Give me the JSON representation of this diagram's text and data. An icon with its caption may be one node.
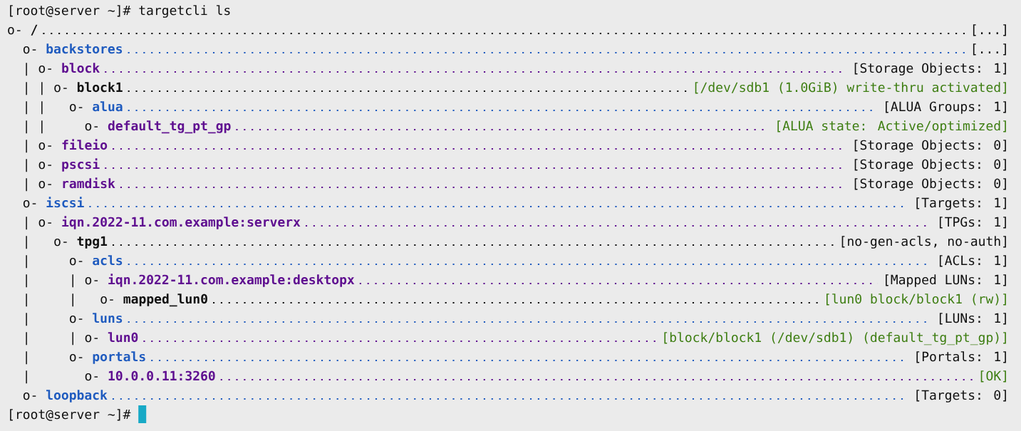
{
  "diagram": {
    "nodes": [
      {
        "text": [
          "/"
        ]
      },
      {
        "text": [
          "[...]"
        ]
      },
      {
        "text": [
          "backstores"
        ]
      },
      {
        "text": [
          "[...]"
        ]
      },
      {
        "text": [
          "block"
        ]
      },
      {
        "text": [
          "[Storage Objects: 1]"
        ]
      },
      {
        "text": [
          "block1"
        ]
      },
      {
        "text": [
          "[/dev/sdb1 (1.0GiB) write-thru activated]"
        ]
      },
      {
        "text": [
          "alua"
        ]
      },
      {
        "text": [
          "[ALUA Groups: 1]"
        ]
      },
      {
        "text": [
          "default_tg_pt_gp"
        ]
      },
      {
        "text": [
          "[ALUA state: Active/optimized]"
        ]
      },
      {
        "text": [
          "fileio"
        ]
      },
      {
        "text": [
          "[Storage Objects: 0]"
        ]
      },
      {
        "text": [
          "pscsi"
        ]
      },
      {
        "text": [
          "[Storage Objects: 0]"
        ]
      },
      {
        "text": [
          "ramdisk"
        ]
      },
      {
        "text": [
          "[Storage Objects: 0]"
        ]
      },
      {
        "text": [
          "iscsi"
        ]
      },
      {
        "text": [
          "[Targets: 1]"
        ]
      },
      {
        "text": [
          "iqn.2022-11.com.example:serverx"
        ]
      },
      {
        "text": [
          "[TPGs: 1]"
        ]
      },
      {
        "text": [
          "tpg1"
        ]
      },
      {
        "text": [
          "[no-gen-acls, no-auth]"
        ]
      },
      {
        "text": [
          "acls"
        ]
      },
      {
        "text": [
          "[ACLs: 1]"
        ]
      },
      {
        "text": [
          "iqn.2022-11.com.example:desktopx"
        ]
      },
      {
        "text": [
          "[Mapped LUNs: 1]"
        ]
      },
      {
        "text": [
          "mapped_lun0"
        ]
      },
      {
        "text": [
          "[lun0 block/block1 (rw)]"
        ]
      },
      {
        "text": [
          "luns"
        ]
      },
      {
        "text": [
          "[LUNs: 1]"
        ]
      },
      {
        "text": [
          "lun0"
        ]
      },
      {
        "text": [
          "[block/block1 (/dev/sdb1) (default_tg_pt_gp)]"
        ]
      },
      {
        "text": [
          "portals"
        ]
      },
      {
        "text": [
          "[Portals: 1]"
        ]
      },
      {
        "text": [
          "10.0.0.11:3260"
        ]
      },
      {
        "text": [
          "[OK]"
        ]
      },
      {
        "text": [
          "loopback"
        ]
      },
      {
        "text": [
          "[Targets: 0]"
        ]
      }
    ],
    "edges": [
      {
        "from": 0,
        "to": 1,
        "arrow": "none",
        "style": "dashed",
        "color": "#111111"
      },
      {
        "from": 2,
        "to": 3,
        "arrow": "none",
        "style": "dashed",
        "color": "#1f5bbf"
      },
      {
        "from": 4,
        "to": 5,
        "arrow": "none",
        "style": "dashed"
      },
      {
        "from": 6,
        "to": 7,
        "arrow": "none",
        "style": "dashed",
        "color": "#111111"
      },
      {
        "from": 8,
        "to": 9,
        "arrow": "none",
        "style": "dashed",
        "color": "#1f5bbf"
      },
      {
        "from": 10,
        "to": 11,
        "arrow": "none",
        "style": "dashed"
      },
      {
        "from": 12,
        "to": 13,
        "arrow": "none",
        "style": "dashed"
      },
      {
        "from": 14,
        "to": 15,
        "arrow": "none",
        "style": "dashed"
      },
      {
        "from": 16,
        "to": 17,
        "arrow": "none",
        "style": "dashed"
      },
      {
        "from": 18,
        "to": 19,
        "arrow": "none",
        "style": "dashed",
        "color": "#1f5bbf"
      },
      {
        "from": 20,
        "to": 21,
        "arrow": "none",
        "style": "dashed"
      },
      {
        "from": 22,
        "to": 23,
        "arrow": "none",
        "style": "dashed",
        "color": "#111111"
      },
      {
        "from": 24,
        "to": 25,
        "arrow": "none",
        "style": "dashed",
        "color": "#1f5bbf"
      },
      {
        "from": 26,
        "to": 27,
        "arrow": "none",
        "style": "dashed"
      },
      {
        "from": 28,
        "to": 29,
        "arrow": "none",
        "style": "dashed",
        "color": "#111111"
      },
      {
        "from": 30,
        "to": 31,
        "arrow": "none",
        "style": "dashed",
        "color": "#1f5bbf"
      },
      {
        "from": 32,
        "to": 33,
        "arrow": "none",
        "style": "dashed"
      },
      {
        "from": 34,
        "to": 35,
        "arrow": "none",
        "style": "dashed",
        "color": "#1f5bbf"
      },
      {
        "from": 36,
        "to": 37,
        "arrow": "none",
        "style": "dashed"
      },
      {
        "from": 38,
        "to": 39,
        "arrow": "none",
        "style": "dashed",
        "color": "#1f5bbf"
      }
    ],
    "labels": [
      "[root@server ~]# targetcli ls",
      "o-",
      "o-",
      "|",
      "o-",
      "|",
      "|",
      "o-",
      "|",
      "|",
      "o-",
      "|",
      "|",
      "o-",
      "|",
      "o-",
      "|",
      "o-",
      "|",
      "o-",
      "o-",
      "|",
      "o-",
      "|",
      "o-",
      "|",
      "o-",
      "|",
      "|",
      "o-",
      "|",
      "|",
      "o-",
      "|",
      "o-",
      "|",
      "|",
      "o-",
      "|",
      "o-",
      "|",
      "o-",
      "o-",
      "[root@server ~]#"
    ]
  }
}
